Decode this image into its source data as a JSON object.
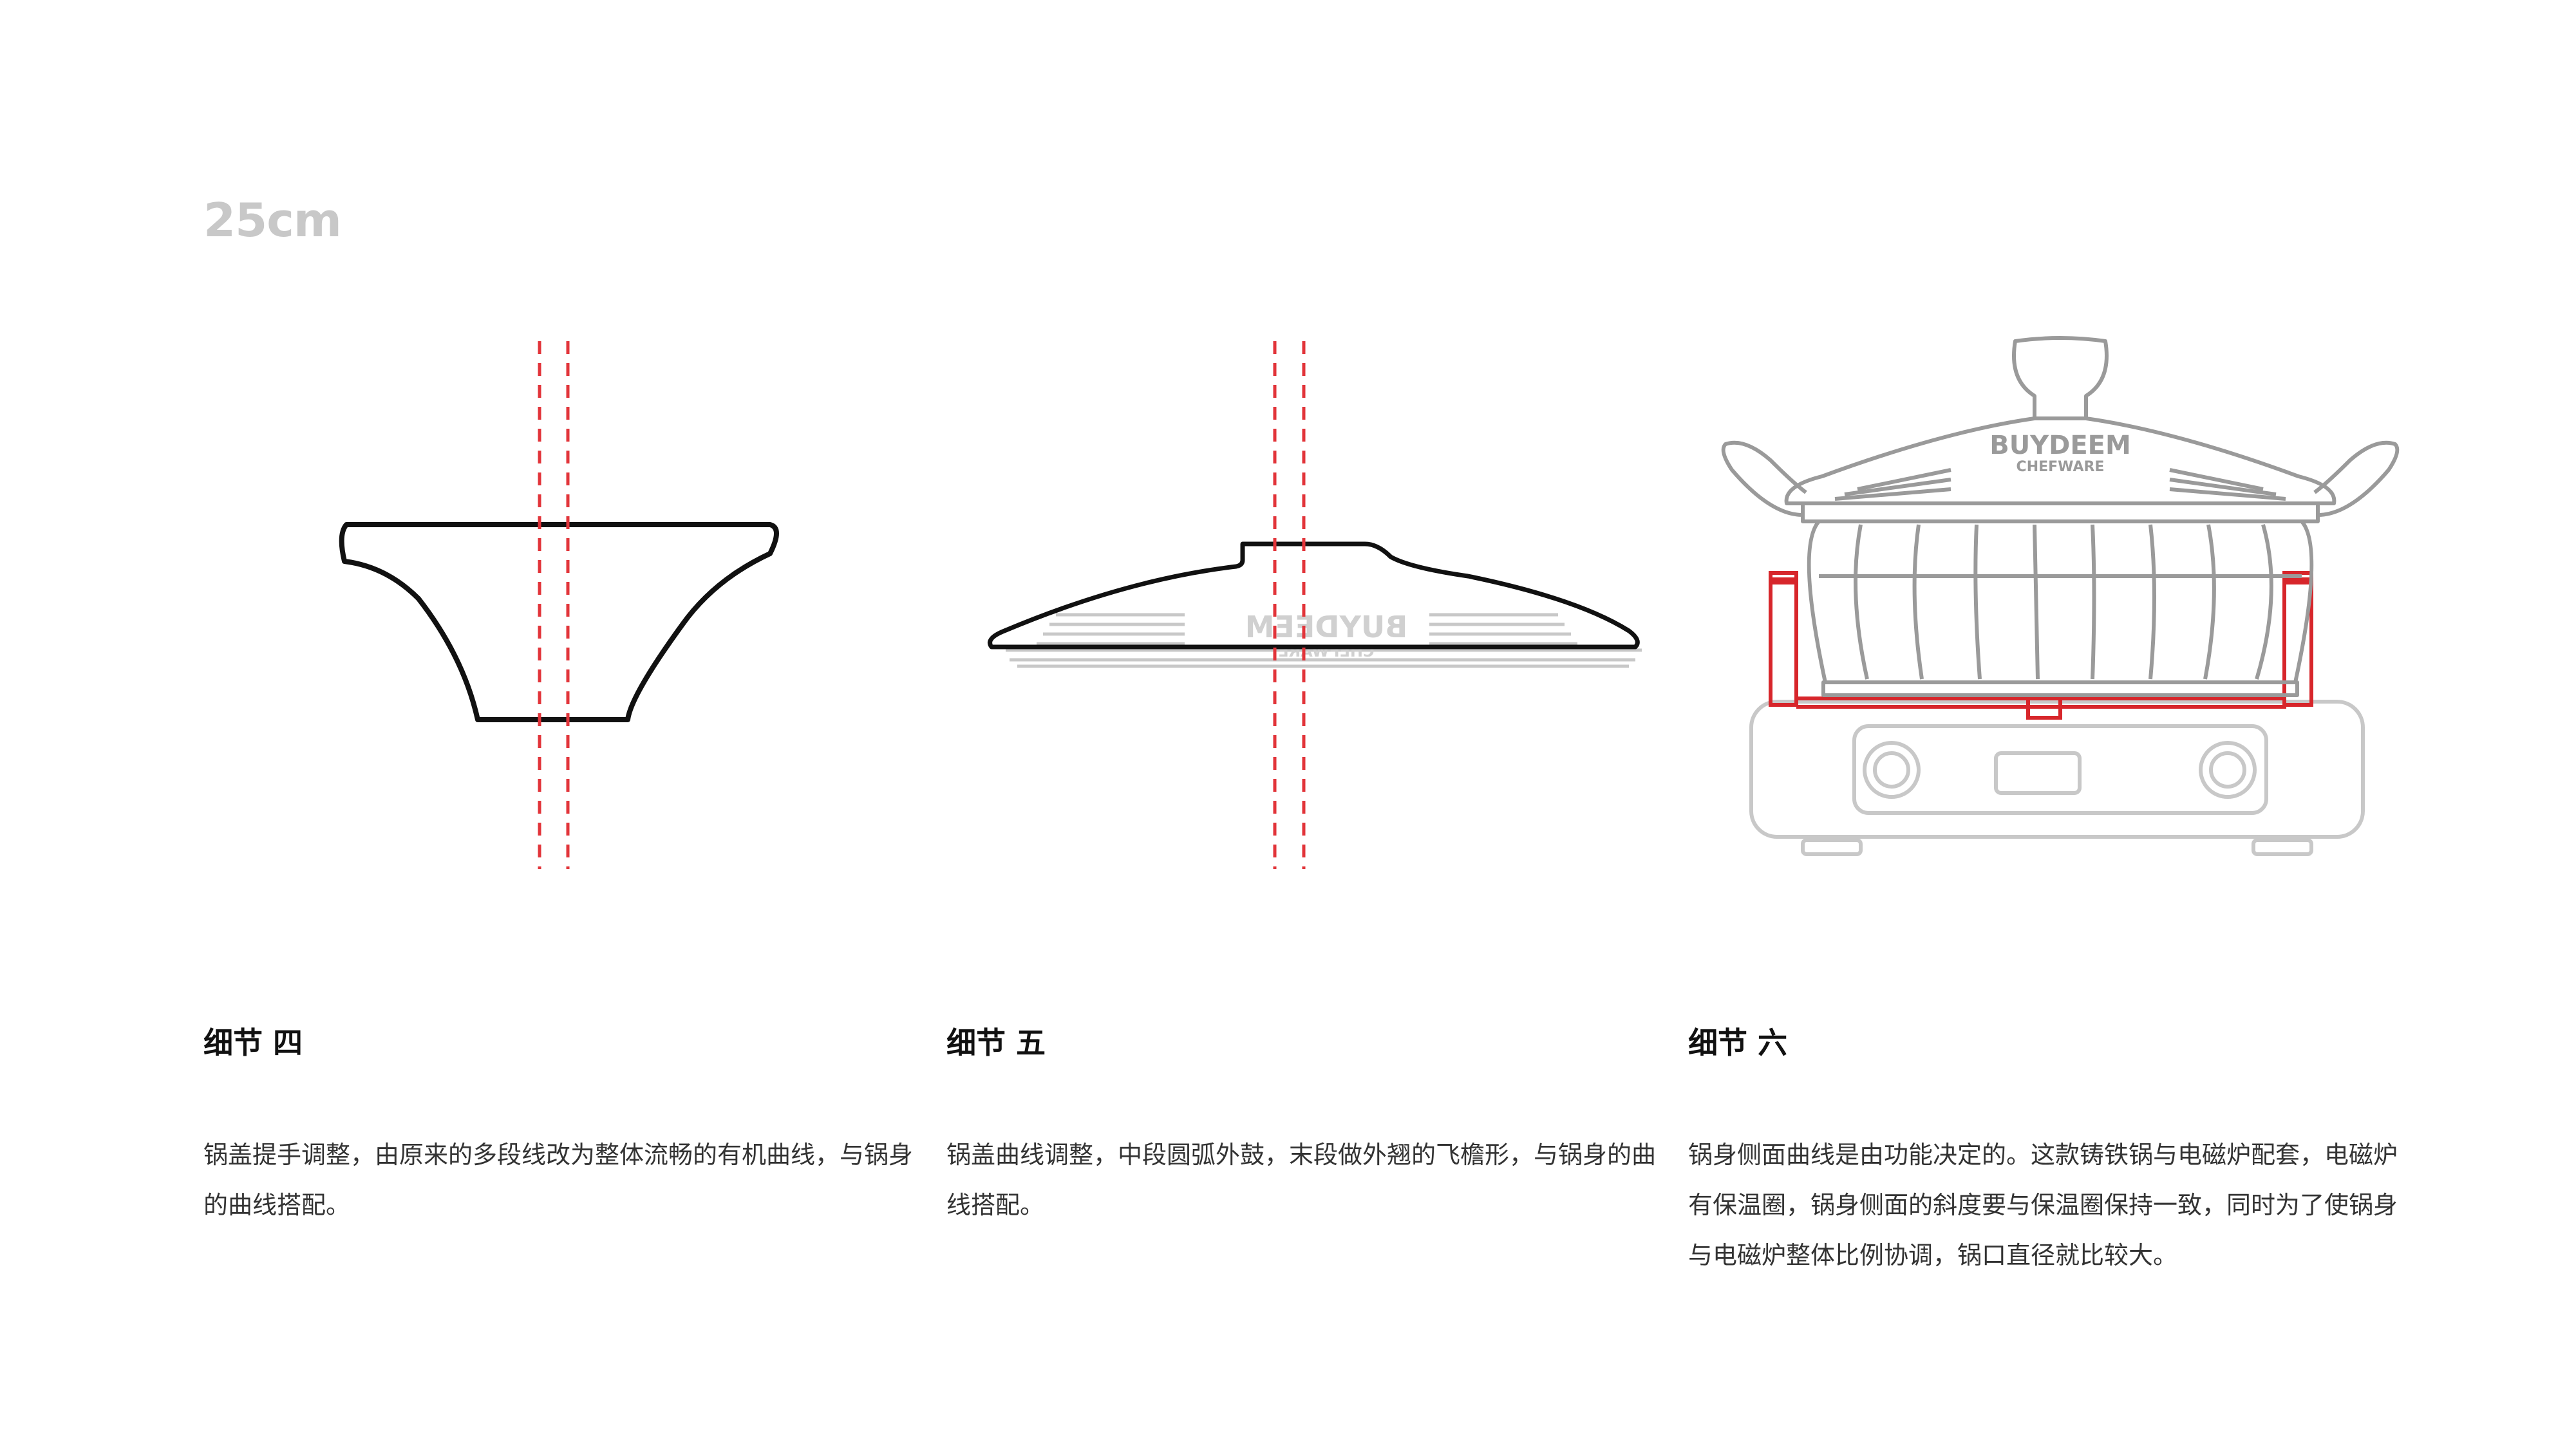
{
  "size_label": "25cm",
  "colors": {
    "outline": "#111111",
    "light": "#c8c8c8",
    "pot": "#9a9a9a",
    "accent": "#d7262b"
  },
  "pot_branding": {
    "brand": "BUYDEEM",
    "sub": "CHEFWARE"
  },
  "details": [
    {
      "title": "细节 四",
      "text": "锅盖提手调整，由原来的多段线改为整体流畅的有机曲线，与锅身的曲线搭配。"
    },
    {
      "title": "细节 五",
      "text": "锅盖曲线调整，中段圆弧外鼓，末段做外翘的飞檐形，与锅身的曲线搭配。"
    },
    {
      "title": "细节 六",
      "text": "锅身侧面曲线是由功能决定的。这款铸铁锅与电磁炉配套，电磁炉有保温圈，锅身侧面的斜度要与保温圈保持一致，同时为了使锅身与电磁炉整体比例协调，锅口直径就比较大。"
    }
  ]
}
